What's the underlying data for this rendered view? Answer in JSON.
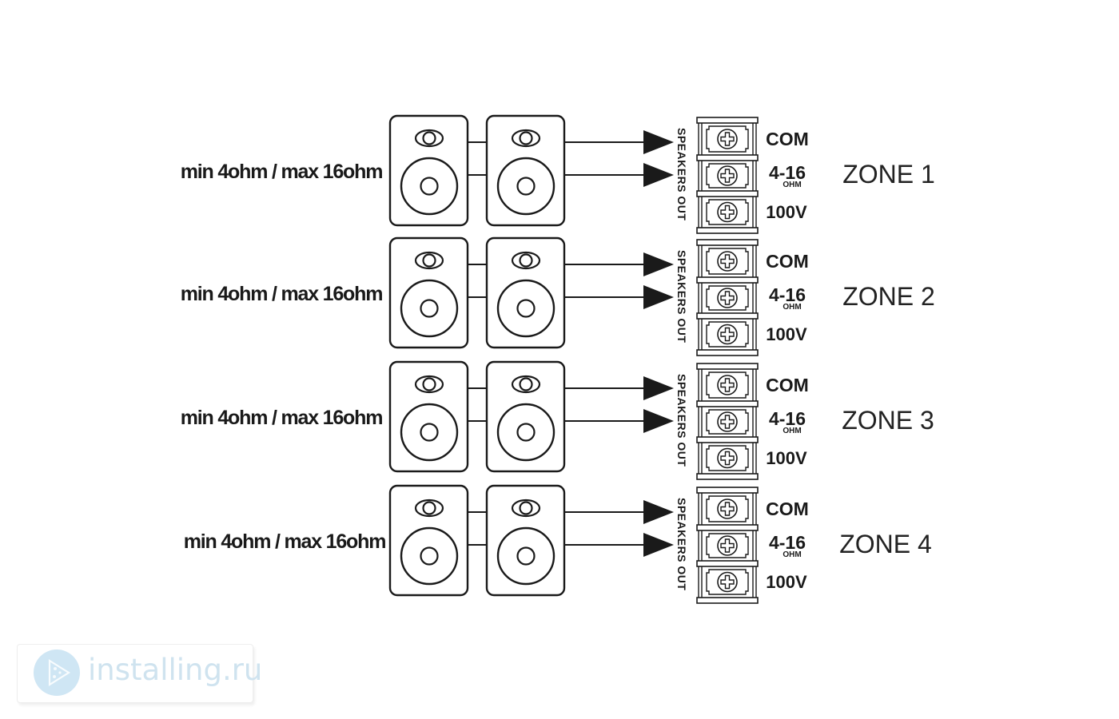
{
  "zones": [
    {
      "name": "ZONE 1",
      "impedance_label": "min 4ohm / max 16ohm"
    },
    {
      "name": "ZONE 2",
      "impedance_label": "min 4ohm / max 16ohm"
    },
    {
      "name": "ZONE 3",
      "impedance_label": "min 4ohm / max 16ohm"
    },
    {
      "name": "ZONE 4",
      "impedance_label": "min 4ohm / max 16ohm"
    }
  ],
  "output_label": "SPEAKERS OUT",
  "terminals": {
    "com": "COM",
    "ohm_range": "4-16",
    "ohm_unit": "OHM",
    "line_100v": "100V"
  },
  "watermark": {
    "text": "installing.ru",
    "logo_color": "#cfe6f4",
    "text_color": "#cfe3ef"
  },
  "colors": {
    "line": "#1a1a1a",
    "background": "#ffffff"
  }
}
